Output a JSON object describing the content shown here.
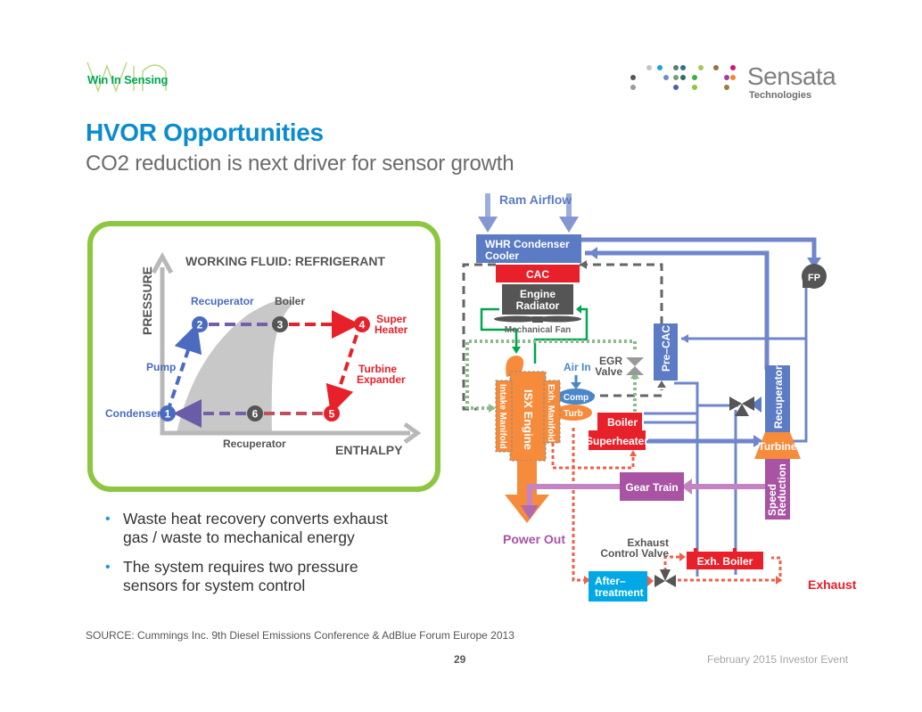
{
  "header": {
    "left_logo_text": "Win In Sensing",
    "right_logo_name": "Sensata",
    "right_logo_sub": "Technologies",
    "title": "HVOR Opportunities",
    "subtitle": "CO2 reduction is next driver for sensor growth"
  },
  "pv_diagram": {
    "title": "WORKING FLUID: REFRIGERANT",
    "y_axis": "PRESSURE",
    "x_axis": "ENTHALPY",
    "labels": {
      "recuperator_top": "Recuperator",
      "boiler": "Boiler",
      "super_heater_1": "Super",
      "super_heater_2": "Heater",
      "pump": "Pump",
      "turbine_1": "Turbine",
      "turbine_2": "Expander",
      "condenser": "Condenser",
      "recuperator_bottom": "Recuperator"
    },
    "points": [
      "1",
      "2",
      "3",
      "4",
      "5",
      "6"
    ]
  },
  "bullets": [
    {
      "line1": "Waste heat recovery converts exhaust",
      "line2": "gas / waste to mechanical energy"
    },
    {
      "line1": "The system requires two pressure",
      "line2": "sensors for system control"
    }
  ],
  "schematic": {
    "ram_airflow": "Ram Airflow",
    "whr_1": "WHR Condenser",
    "whr_2": "Cooler",
    "cac": "CAC",
    "radiator_1": "Engine",
    "radiator_2": "Radiator",
    "fan": "Mechanical Fan",
    "fp": "FP",
    "pre_cac": "Pre–CAC",
    "egr_1": "EGR",
    "egr_2": "Valve",
    "air_in": "Air In",
    "comp": "Comp",
    "turb": "Turb",
    "intake": "Intake Manifold",
    "engine": "ISX Engine",
    "exh_manifold": "Exh. Manifold",
    "boiler": "Boiler",
    "superheater": "Superheater",
    "recuperator": "Recuperator",
    "turbine": "Turbine",
    "speed_1": "Speed",
    "speed_2": "Reduction",
    "gear_train": "Gear Train",
    "power_out": "Power Out",
    "ecv_1": "Exhaust",
    "ecv_2": "Control Valve",
    "exh_boiler": "Exh. Boiler",
    "after_1": "After–",
    "after_2": "treatment",
    "exhaust": "Exhaust"
  },
  "footer": {
    "source": "SOURCE: Cummings Inc. 9th Diesel Emissions Conference & AdBlue Forum Europe 2013",
    "page": "29",
    "event": "February 2015 Investor Event"
  },
  "colors": {
    "title_blue": "#0a8ccf",
    "green_border": "#8dc63f",
    "blue_line": "#5b7bc4",
    "red": "#e8202a",
    "orange": "#f68b3c",
    "purple": "#a853a4",
    "dark_gray": "#555555",
    "cyan": "#00a9e6"
  }
}
